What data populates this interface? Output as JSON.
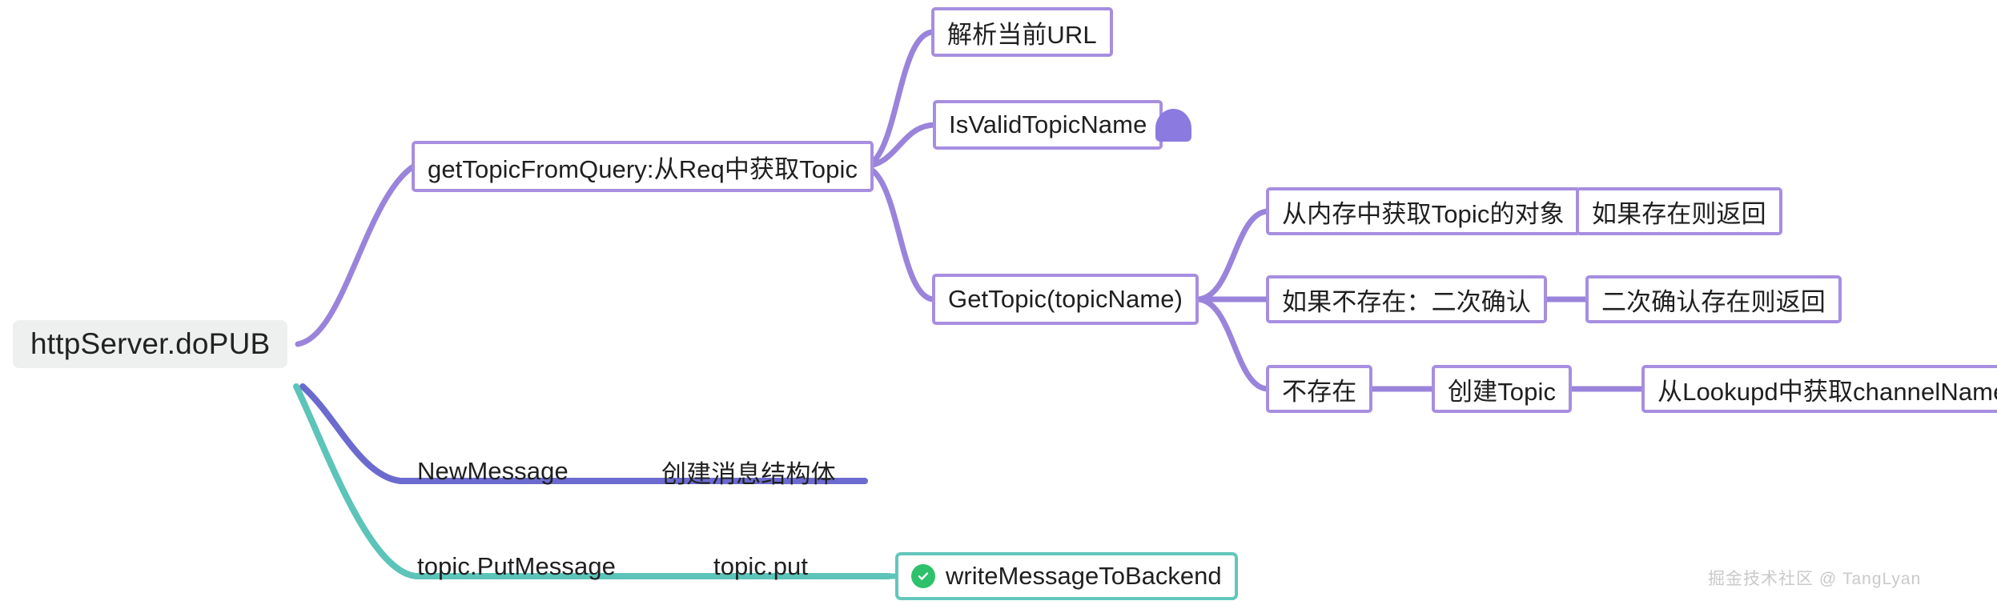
{
  "diagram": {
    "title": "httpServer.doPUB mindmap",
    "colors": {
      "root_bg": "#eef0f0",
      "purple_border": "#a78ee0",
      "purple_edge": "#9a84db",
      "blue_edge": "#6b6bcf",
      "teal_edge": "#5cc4b8",
      "teal_border": "#63c6bb",
      "check_green": "#2ec16b",
      "text": "#1f1f1f",
      "watermark": "#c9c9c9"
    }
  },
  "root": {
    "label": "httpServer.doPUB"
  },
  "branches": {
    "get_topic_from_query": {
      "label": "getTopicFromQuery:从Req中获取Topic",
      "children": {
        "parse_url": {
          "label": "解析当前URL"
        },
        "is_valid_topic_name": {
          "label": "IsValidTopicName",
          "marker": "purple-blob-marker"
        },
        "get_topic": {
          "label": "GetTopic(topicName)",
          "children": {
            "from_memory": {
              "label": "从内存中获取Topic的对象",
              "children": {
                "exists_return": {
                  "label": "如果存在则返回"
                }
              }
            },
            "not_exists_double_check": {
              "label": "如果不存在：二次确认",
              "children": {
                "double_check_return": {
                  "label": "二次确认存在则返回"
                }
              }
            },
            "not_exists": {
              "label": "不存在",
              "children": {
                "create_topic": {
                  "label": "创建Topic",
                  "children": {
                    "get_channel_name": {
                      "label": "从Lookupd中获取channelName"
                    }
                  }
                }
              }
            }
          }
        }
      }
    },
    "new_message": {
      "label": "NewMessage",
      "children": {
        "create_struct": {
          "label": "创建消息结构体"
        }
      }
    },
    "put_message": {
      "label": "topic.PutMessage",
      "children": {
        "topic_put": {
          "label": "topic.put",
          "children": {
            "write_message_to_backend": {
              "label": "writeMessageToBackend",
              "status_icon": "check-circle-icon"
            }
          }
        }
      }
    }
  },
  "watermark": {
    "text": "掘金技术社区 @ TangLyan"
  }
}
